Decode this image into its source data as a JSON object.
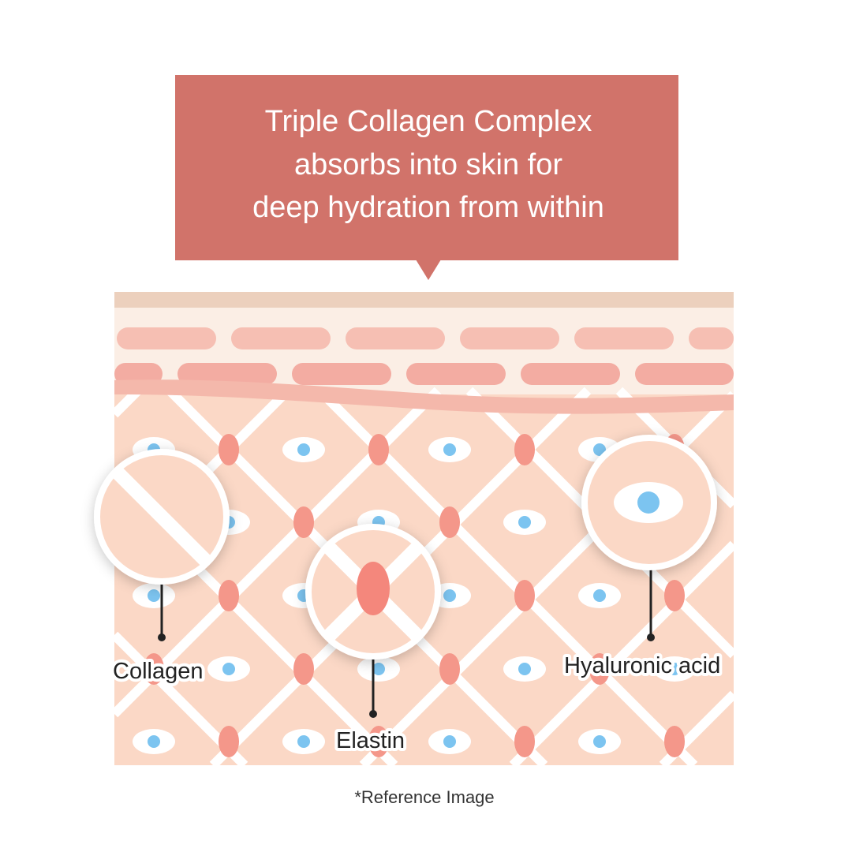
{
  "banner": {
    "lines": [
      "Triple Collagen Complex",
      "absorbs into skin for",
      "deep hydration from within"
    ],
    "color": "#d1736a"
  },
  "labels": {
    "collagen": "Collagen",
    "elastin": "Elastin",
    "hyaluronic": "Hyaluronic acid"
  },
  "footer": "*Reference Image",
  "colors": {
    "dermis": "#fbd8c6",
    "epidermis": "#fbeee5",
    "top_band": "#ecd0bd",
    "elastin": "#f4978a",
    "cell_nucleus": "#7cc4f0"
  }
}
